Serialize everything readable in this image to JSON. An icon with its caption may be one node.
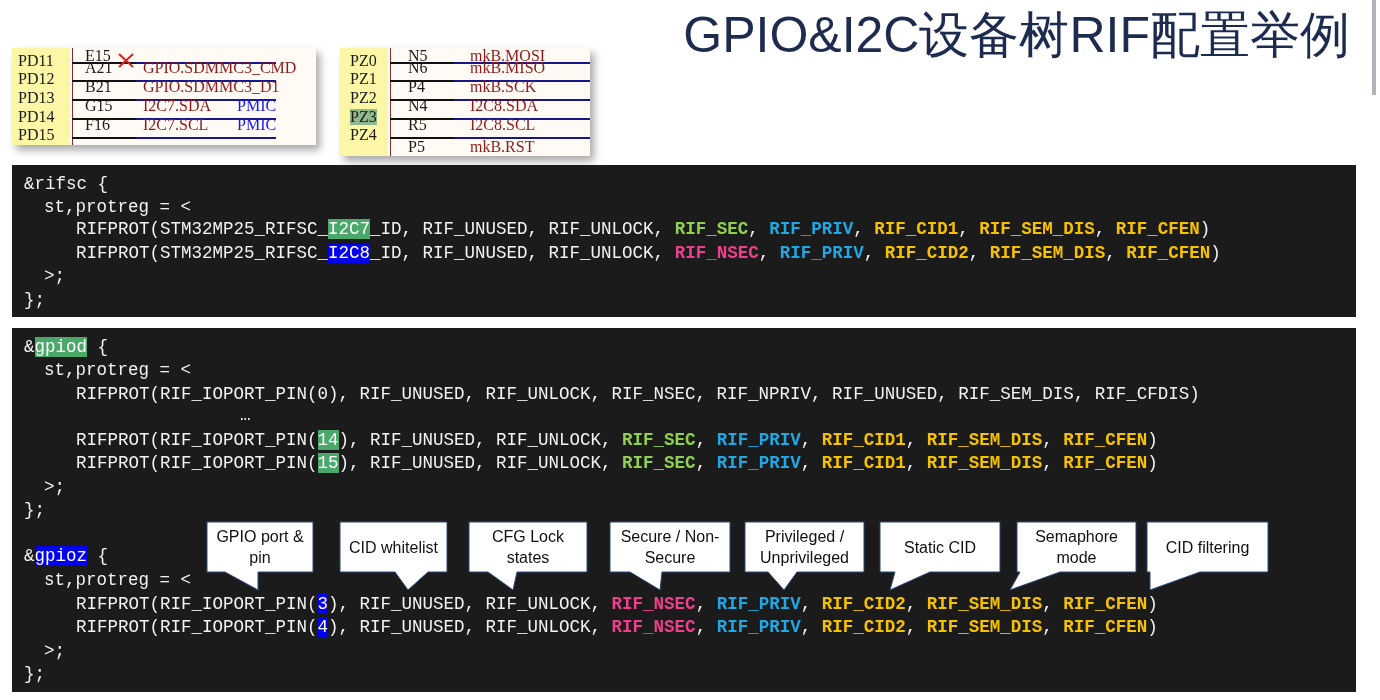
{
  "diagram": {
    "title": "GPIO&I2C设备树RIF配置举例",
    "nodes": [
      {
        "text": [
          "GPIO port & pin"
        ]
      },
      {
        "text": [
          "CID whitelist"
        ]
      },
      {
        "text": [
          "CFG Lock states"
        ]
      },
      {
        "text": [
          "Secure / Non-Secure"
        ]
      },
      {
        "text": [
          "Privileged / Unprivileged"
        ]
      },
      {
        "text": [
          "Static CID"
        ]
      },
      {
        "text": [
          "Semaphore mode"
        ]
      },
      {
        "text": [
          "CID filtering"
        ]
      }
    ],
    "labels": [
      "PD11",
      "E15",
      "A21",
      "GPIO.SDMMC3_CMD",
      "PD12",
      "B21",
      "GPIO.SDMMC3_D1",
      "PD13",
      "G15",
      "I2C7.SDA",
      "PMIC",
      "PD14",
      "F16",
      "I2C7.SCL",
      "PMIC",
      "PD15",
      "PZ0",
      "N5",
      "mkB.MOSI",
      "PZ1",
      "N6",
      "mkB.MISO",
      "PZ2",
      "P4",
      "mkB.SCK",
      "PZ3",
      "N4",
      "I2C8.SDA",
      "PZ4",
      "R5",
      "I2C8.SCL",
      "P5",
      "mkB.RST",
      "&rifsc {",
      "st,protreg = <",
      "RIFPROT(STM32MP25_RIFSC_**I2C7**_ID, RIF_UNUSED, RIF_UNLOCK, **RIF_SEC**, **RIF_PRIV**, **RIF_CID1**, **RIF_SEM_DIS**, **RIF_CFEN**)",
      "RIFPROT(STM32MP25_RIFSC_**I2C8**_ID, RIF_UNUSED, RIF_UNLOCK, **RIF_NSEC**, **RIF_PRIV**, **RIF_CID2**, **RIF_SEM_DIS**, **RIF_CFEN**)",
      ">;",
      "};",
      "&**gpiod** {",
      "st,protreg = <",
      "RIFPROT(RIF_IOPORT_PIN(0), RIF_UNUSED, RIF_UNLOCK, RIF_NSEC, RIF_NPRIV, RIF_UNUSED, RIF_SEM_DIS, RIF_CFDIS)",
      "…",
      "RIFPROT(RIF_IOPORT_PIN(**14**), RIF_UNUSED, RIF_UNLOCK, **RIF_SEC**, **RIF_PRIV**, **RIF_CID1**, **RIF_SEM_DIS**, **RIF_CFEN**)",
      "RIFPROT(RIF_IOPORT_PIN(**15**), RIF_UNUSED, RIF_UNLOCK, **RIF_SEC**, **RIF_PRIV**, **RIF_CID1**, **RIF_SEM_DIS**, **RIF_CFEN**)",
      ">;",
      "};",
      "&**gpioz** {",
      "st,protreg = <",
      "RIFPROT(RIF_IOPORT_PIN(**3**), RIF_UNUSED, RIF_UNLOCK, **RIF_NSEC**, **RIF_PRIV**, **RIF_CID2**, **RIF_SEM_DIS**, **RIF_CFEN**)",
      "RIFPROT(RIF_IOPORT_PIN(**4**), RIF_UNUSED, RIF_UNLOCK, **RIF_NSEC**, **RIF_PRIV**, **RIF_CID2**, **RIF_SEM_DIS**, **RIF_CFEN**)",
      ">;",
      "};"
    ]
  }
}
